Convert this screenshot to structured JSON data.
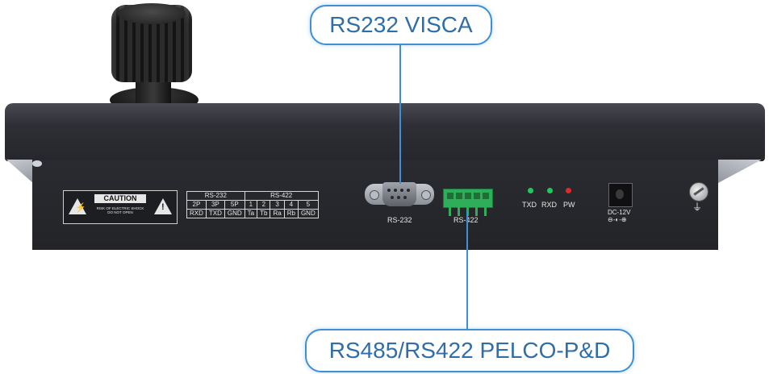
{
  "callouts": {
    "top": "RS232 VISCA",
    "bottom": "RS485/RS422 PELCO-P&D"
  },
  "caution_label": {
    "title": "CAUTION",
    "line1": "RISK OF ELECTRIC SHOCK",
    "line2": "DO NOT OPEN",
    "symbol": "⚡"
  },
  "pin_table": {
    "groups": [
      "RS-232",
      "RS-422"
    ],
    "rs232_pins": [
      "2P",
      "3P",
      "5P"
    ],
    "rs232_signals": [
      "RXD",
      "TXD",
      "GND"
    ],
    "rs422_pins": [
      "1",
      "2",
      "3",
      "4",
      "5"
    ],
    "rs422_signals": [
      "Ta",
      "Tb",
      "Ra",
      "Rb",
      "GND"
    ]
  },
  "ports": {
    "rs232": "RS-232",
    "rs422": "RS-422",
    "led_txd": "TXD",
    "led_rxd": "RXD",
    "led_pw": "PW",
    "dc": "DC-12V",
    "dc_polarity": "⊖-◐-⊕",
    "ground": "⏚"
  },
  "colors": {
    "accent": "#3f8fd6",
    "led_green": "#1ec95a",
    "led_red": "#e02a2a",
    "terminal": "#2fae5a"
  }
}
